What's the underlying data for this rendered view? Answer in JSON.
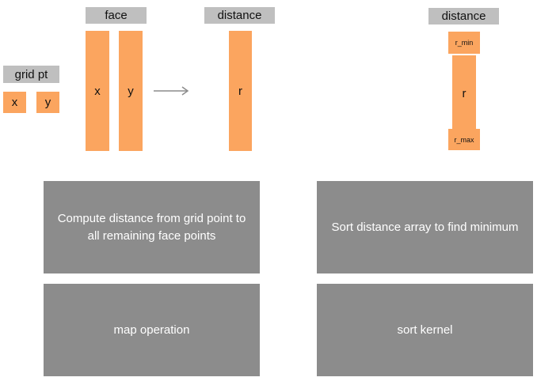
{
  "grid_pt": {
    "header": "grid pt",
    "x": "x",
    "y": "y"
  },
  "face": {
    "header": "face",
    "x": "x",
    "y": "y"
  },
  "distance_mid": {
    "header": "distance",
    "r": "r"
  },
  "distance_right": {
    "header": "distance",
    "r_min": "r_min",
    "r": "r",
    "r_max": "r_max"
  },
  "boxes": {
    "compute": "Compute distance from grid point to all remaining face points",
    "sort": "Sort distance array to find minimum",
    "map": "map operation",
    "kernel": "sort kernel"
  },
  "colors": {
    "header_fill": "#bfbfbf",
    "bar_fill": "#fba55f",
    "box_fill": "#8c8c8c",
    "arrow": "#8c8c8c"
  }
}
